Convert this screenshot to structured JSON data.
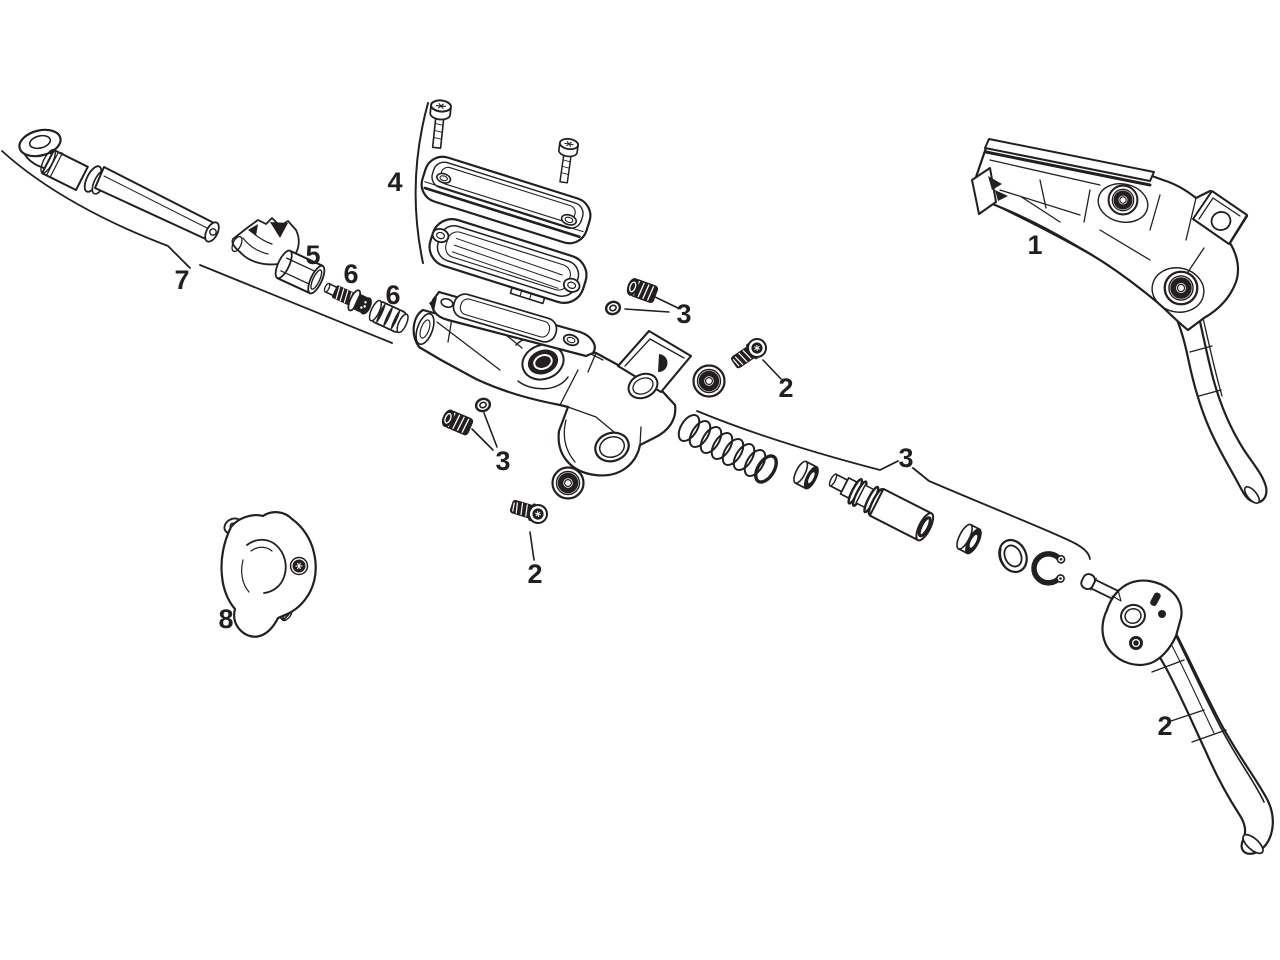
{
  "diagram": {
    "type": "exploded-parts-diagram",
    "background_color": "#ffffff",
    "line_color": "#231f20",
    "callouts": [
      {
        "label": "1"
      },
      {
        "label": "2"
      },
      {
        "label": "2"
      },
      {
        "label": "2"
      },
      {
        "label": "3"
      },
      {
        "label": "3"
      },
      {
        "label": "3"
      },
      {
        "label": "4"
      },
      {
        "label": "5"
      },
      {
        "label": "6"
      },
      {
        "label": "6"
      },
      {
        "label": "7"
      },
      {
        "label": "8"
      }
    ]
  }
}
